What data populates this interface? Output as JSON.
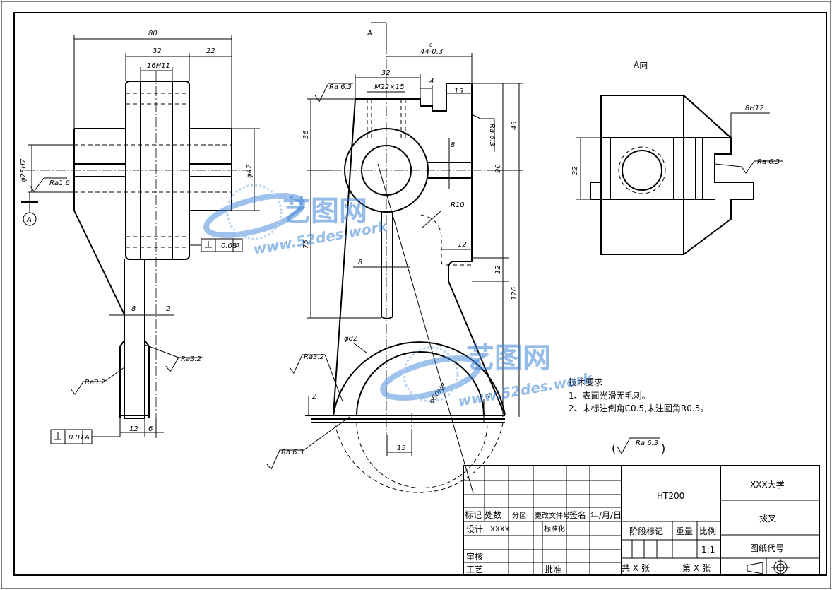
{
  "dimensions": {
    "d80": "80",
    "d32a": "32",
    "d22": "22",
    "d16h11": "16H11",
    "phi25h7": "φ25H7",
    "phi42": "φ42",
    "ra16": "Ra1.6",
    "datumA": "A",
    "tol1": "0.08",
    "tol1ref": "A",
    "d8a": "8",
    "d2a": "2",
    "ra32a": "Ra3.2",
    "ra32b": "Ra3.2",
    "d12a": "12",
    "d6": "6",
    "tol2": "0.01",
    "tol2ref": "A",
    "viewA": "A",
    "d44": "44-0.3",
    "d44tol": "0",
    "d32b": "32",
    "m22": "M22×15",
    "d4a": "4",
    "d15a": "15",
    "ra63a": "Ra 6.3",
    "ra63b": "Ra 6.3",
    "d36": "36",
    "d45": "45",
    "d8b": "8",
    "d90": "90",
    "r10": "R10",
    "d75": "75",
    "d12b": "12",
    "d8c": "8",
    "d12c": "12",
    "d126": "126",
    "phi82": "φ82",
    "ra32c": "Ra3.2",
    "d2b": "2",
    "phi60h7": "φ60H7",
    "d4b": "4",
    "d15b": "15",
    "ra63c": "Ra 6.3",
    "viewTitle": "A向",
    "d8h12": "8H12",
    "d32c": "32",
    "ra63d": "Ra 6.3"
  },
  "notes": {
    "title": "技术要求",
    "line1": "1、表面光滑无毛刺。",
    "line2": "2、未标注倒角C0.5,未注圆角R0.5。",
    "general_ra": "Ra 6.3",
    "paren_open": "(",
    "paren_close": ")"
  },
  "title_block": {
    "material": "HT200",
    "school": "XXX大学",
    "part_name": "拨叉",
    "drawing_code": "图纸代号",
    "stage_mark": "阶段标记",
    "weight": "重量",
    "scale_label": "比例",
    "scale_value": "1:1",
    "total_sheets": "共  X  张",
    "sheet_no": "第  X  张",
    "mark": "标记",
    "count": "处数",
    "zone": "分区",
    "change_doc": "更改文件号",
    "signature": "签名",
    "date": "年/月/日",
    "design": "设计",
    "designer": "XXXX",
    "standardize": "标准化",
    "review": "审核",
    "process": "工艺",
    "approve": "批准"
  },
  "watermark": {
    "name": "艺图网",
    "url": "www.52des.work"
  }
}
